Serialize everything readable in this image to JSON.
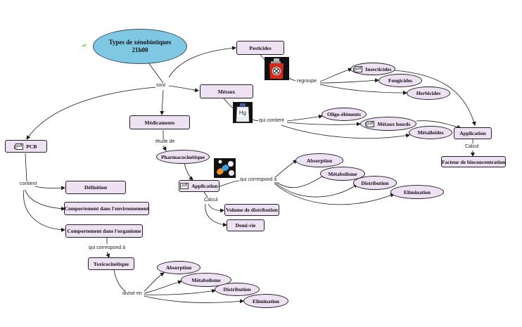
{
  "nodes": {
    "main_line1": "Types de xénobiotiques",
    "main_line2": "21h00",
    "pesticides": "Pesticides",
    "metaux": "Métaux",
    "medicaments": "Médicaments",
    "pcb": "PCB",
    "insecticides": "Insecticides",
    "fongicides": "Fongicides",
    "herbicides": "Herbicides",
    "oligo_elements": "Oligo-éléments",
    "metaux_lourds": "Métaux lourds",
    "metalloides": "Métalloïdes",
    "application_right": "Application",
    "facteur_bioconcentration": "Facteur de bioconcentration",
    "pharmacocinetique": "Pharmacocinétique",
    "application_mid": "Application",
    "volume_distribution": "Volume de distribution",
    "demi_vie": "Demi-vie",
    "absorption_top": "Absorption",
    "metabolisme_top": "Métabolisme",
    "distribution_top": "Distribution",
    "elimination_top": "Elimination",
    "definition": "Définition",
    "comportement_env": "Comportement dans l'environnement",
    "comportement_org": "Comportement dans l'organisme",
    "toxicocinetique": "Toxicocinétique",
    "absorption_bottom": "Absorption",
    "metabolisme_bottom": "Métabolisme",
    "distribution_bottom": "Distribution",
    "elimination_bottom": "Elimination"
  },
  "link_labels": {
    "sont": "sont",
    "regroupe": "regroupe",
    "qui_contient": "qui contient",
    "calcul_right": "Calcul",
    "etude_de": "étude de",
    "qui_correspond_mid": "qui correspond à",
    "calcul_mid": "Calcul",
    "contient": "contient",
    "qui_correspond_bottom": "qui correspond à",
    "divise_en": "divisé en"
  },
  "doc_badge": "pdf",
  "hg_label": "Hg",
  "colors": {
    "node_fill": "#efe1f4",
    "main_fill": "#7fc8e3",
    "line": "#1a1a1a"
  }
}
